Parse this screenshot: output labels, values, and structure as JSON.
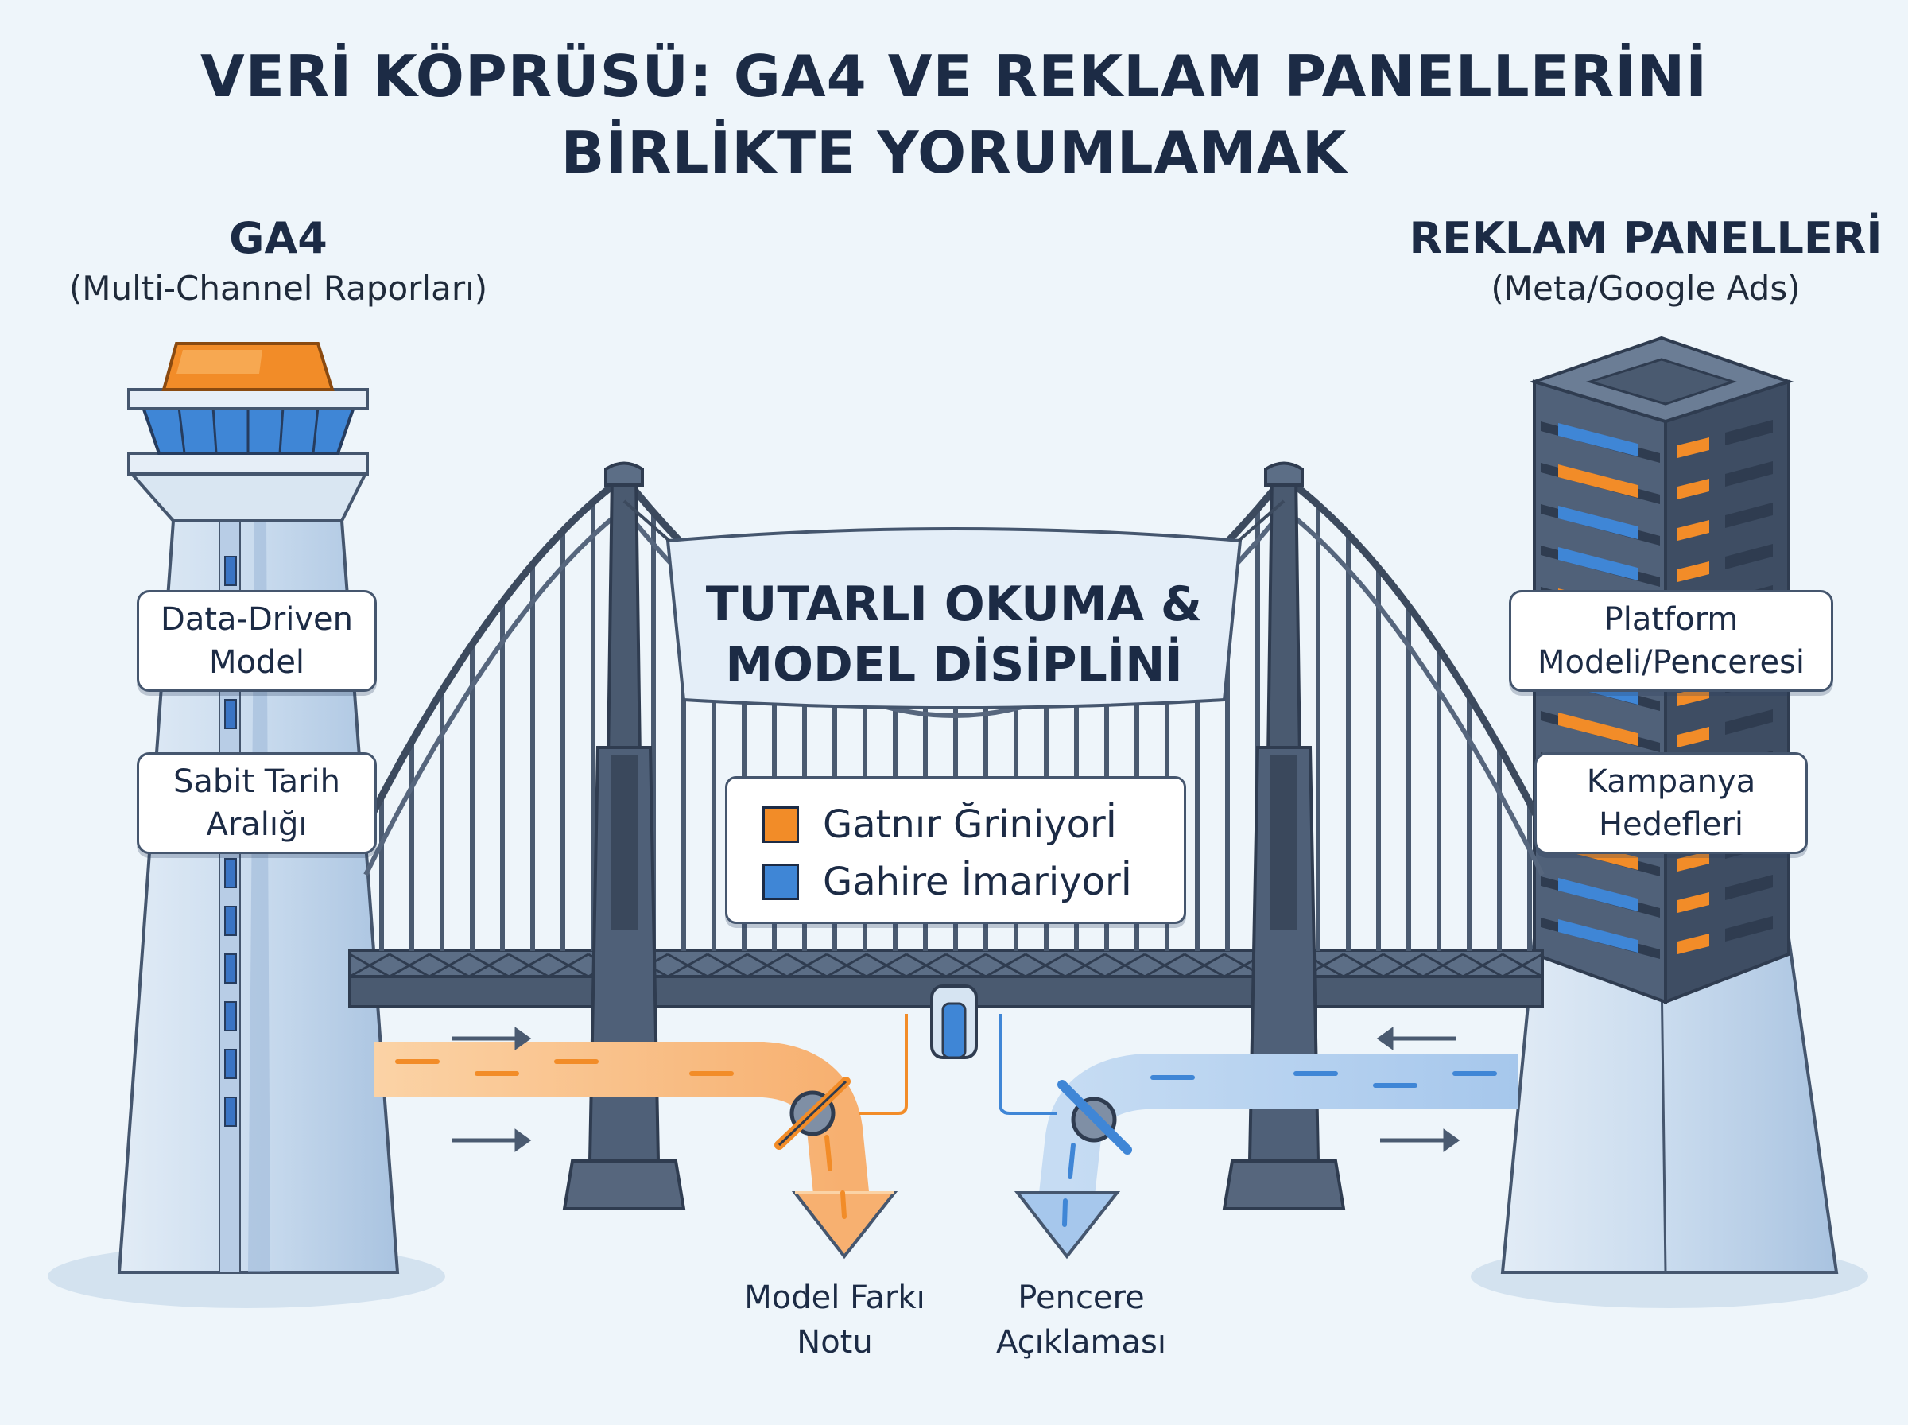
{
  "title_line1": "VERİ KÖPRÜSÜ: GA4 VE REKLAM PANELLERİNİ",
  "title_line2": "BİRLİKTE YORUMLAMAK",
  "left": {
    "title": "GA4",
    "subtitle": "(Multi-Channel Raporları)",
    "labels": [
      "Data-Driven",
      "Model",
      "Sabit Tarih",
      "Aralığı"
    ]
  },
  "right": {
    "title": "REKLAM PANELLERİ",
    "subtitle": "(Meta/Google Ads)",
    "labels": [
      "Platform",
      "Modeli/Penceresi",
      "Kampanya",
      "Hedefleri"
    ]
  },
  "banner": {
    "line1": "TUTARLI OKUMA &",
    "line2": "MODEL DİSİPLİNİ"
  },
  "legend": [
    {
      "label": "Gatnır Ğriniyorİ",
      "color": "#f28c28"
    },
    {
      "label": "Gahire İmariyorİ",
      "color": "#3f86d6"
    }
  ],
  "outputs": {
    "left": [
      "Model Farkı",
      "Notu"
    ],
    "right": [
      "Pencere",
      "Açıklaması"
    ]
  },
  "colors": {
    "orange": "#f28c28",
    "blue": "#3f86d6",
    "steel": "#4a5a70",
    "steel_light": "#5c6e86",
    "sky": "#eef5fa"
  }
}
